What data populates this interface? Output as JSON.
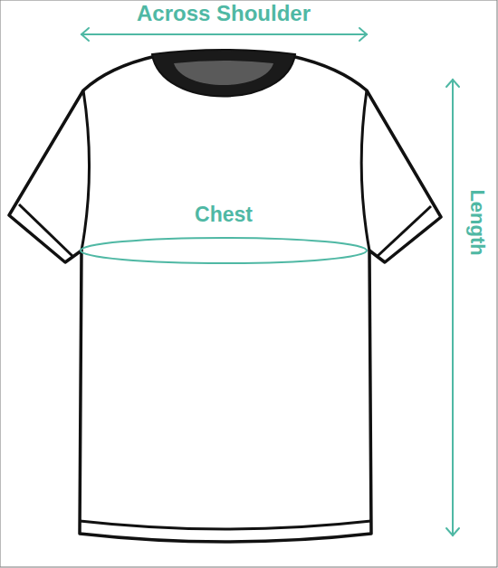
{
  "diagram": {
    "labels": [
      "Across Shoulder",
      "Chest",
      "Length"
    ]
  }
}
